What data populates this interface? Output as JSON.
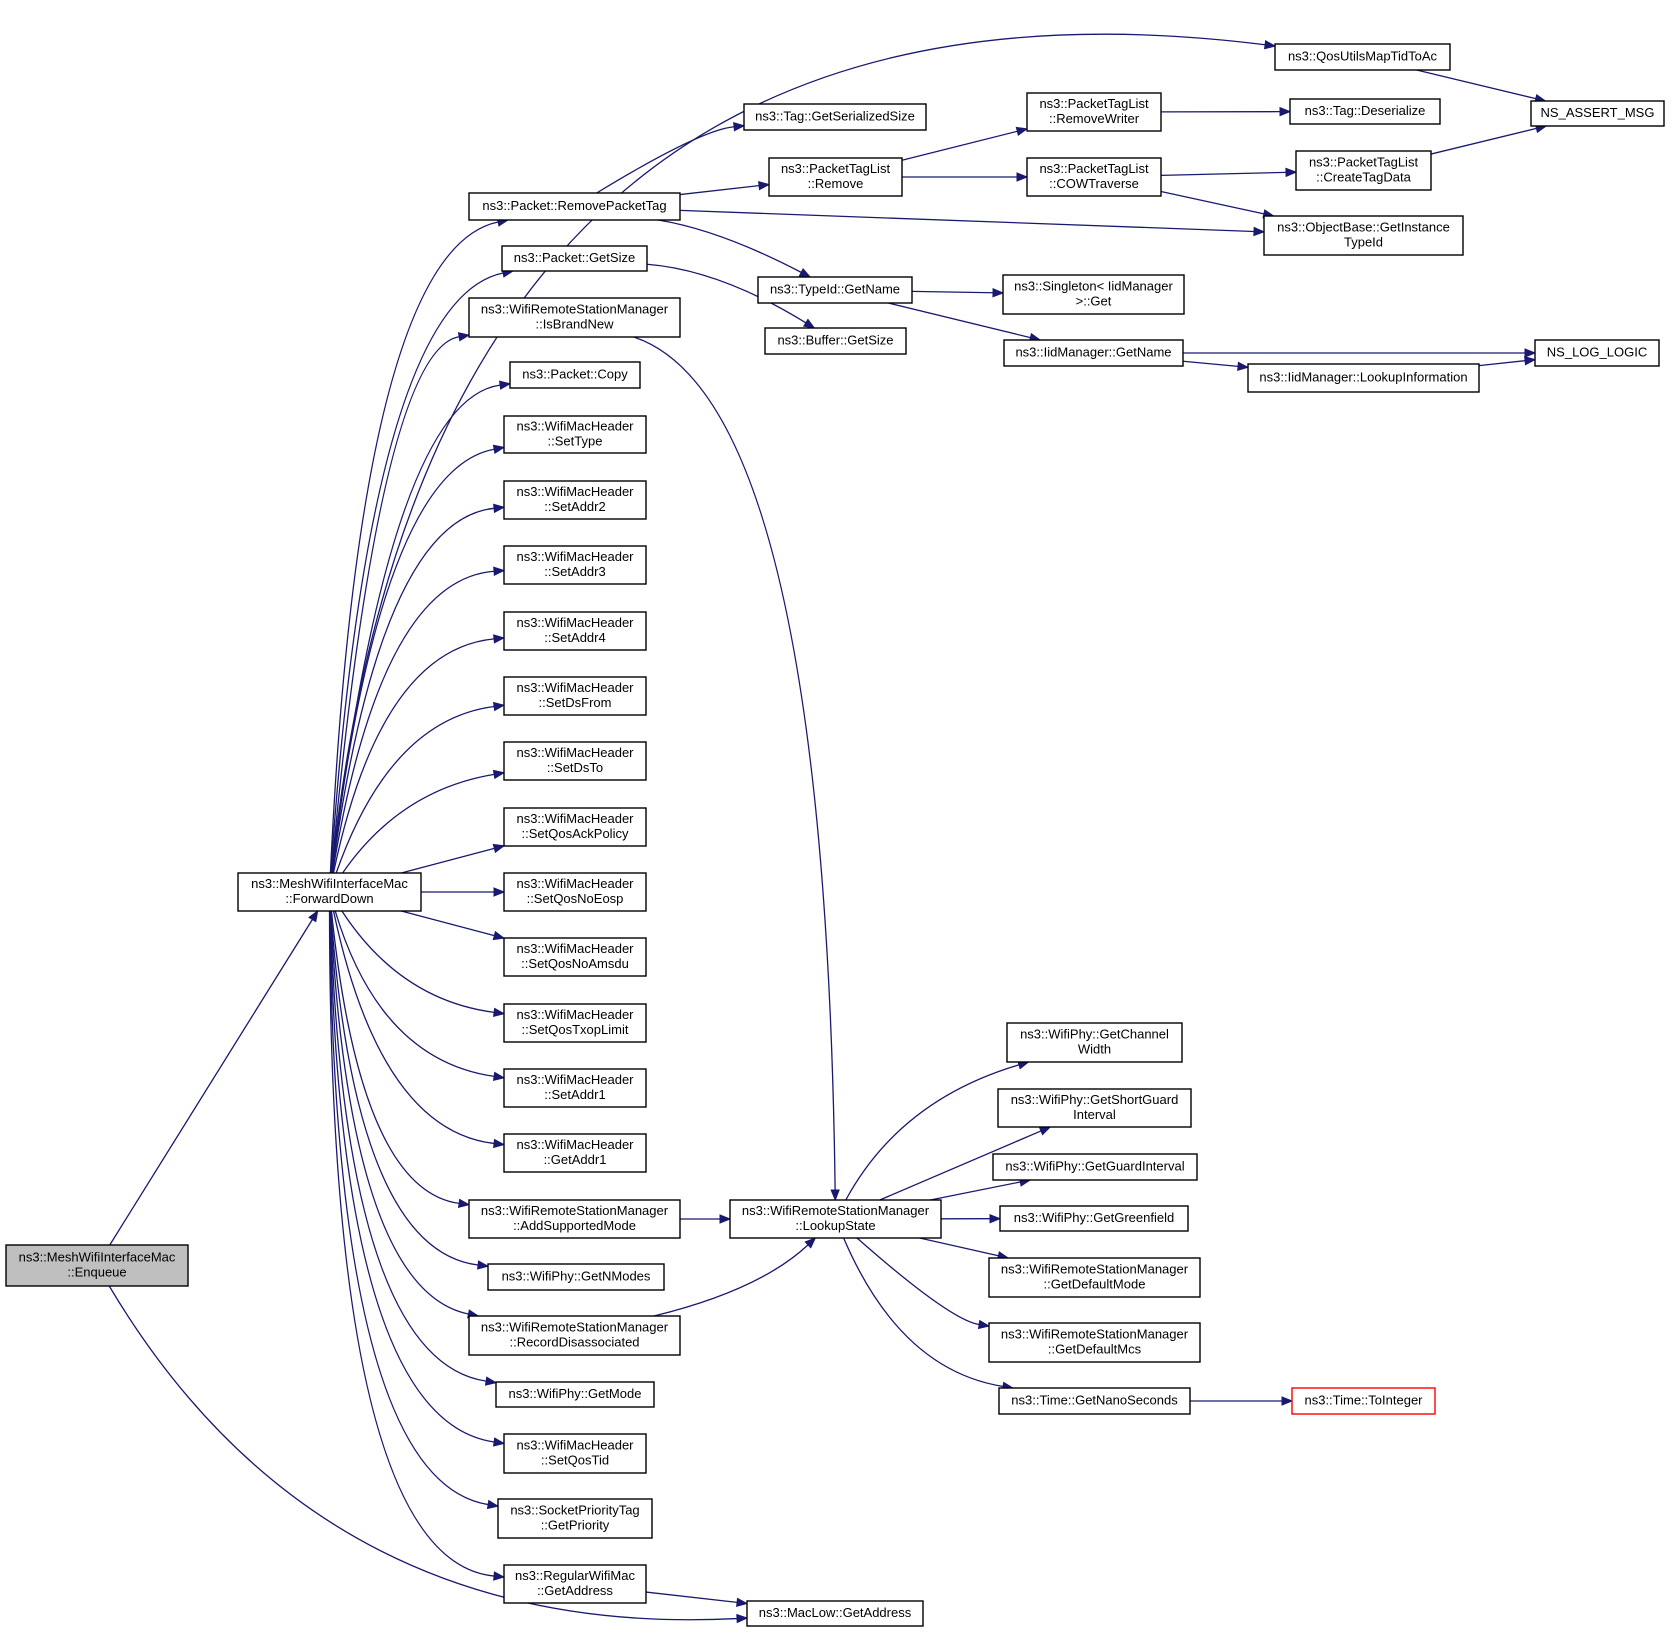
{
  "nodes": {
    "enqueue": {
      "lines": [
        "ns3::MeshWifiInterfaceMac",
        "::Enqueue"
      ],
      "highlight": true
    },
    "forwardDown": {
      "lines": [
        "ns3::MeshWifiInterfaceMac",
        "::ForwardDown"
      ]
    },
    "removePacketTag": {
      "lines": [
        "ns3::Packet::RemovePacketTag"
      ]
    },
    "packetGetSize": {
      "lines": [
        "ns3::Packet::GetSize"
      ]
    },
    "isBrandNew": {
      "lines": [
        "ns3::WifiRemoteStationManager",
        "::IsBrandNew"
      ]
    },
    "packetCopy": {
      "lines": [
        "ns3::Packet::Copy"
      ]
    },
    "setType": {
      "lines": [
        "ns3::WifiMacHeader",
        "::SetType"
      ]
    },
    "setAddr2": {
      "lines": [
        "ns3::WifiMacHeader",
        "::SetAddr2"
      ]
    },
    "setAddr3": {
      "lines": [
        "ns3::WifiMacHeader",
        "::SetAddr3"
      ]
    },
    "setAddr4": {
      "lines": [
        "ns3::WifiMacHeader",
        "::SetAddr4"
      ]
    },
    "setDsFrom": {
      "lines": [
        "ns3::WifiMacHeader",
        "::SetDsFrom"
      ]
    },
    "setDsTo": {
      "lines": [
        "ns3::WifiMacHeader",
        "::SetDsTo"
      ]
    },
    "setQosAckPolicy": {
      "lines": [
        "ns3::WifiMacHeader",
        "::SetQosAckPolicy"
      ]
    },
    "setQosNoEosp": {
      "lines": [
        "ns3::WifiMacHeader",
        "::SetQosNoEosp"
      ]
    },
    "setQosNoAmsdu": {
      "lines": [
        "ns3::WifiMacHeader",
        "::SetQosNoAmsdu"
      ]
    },
    "setQosTxopLimit": {
      "lines": [
        "ns3::WifiMacHeader",
        "::SetQosTxopLimit"
      ]
    },
    "setAddr1": {
      "lines": [
        "ns3::WifiMacHeader",
        "::SetAddr1"
      ]
    },
    "getAddr1": {
      "lines": [
        "ns3::WifiMacHeader",
        "::GetAddr1"
      ]
    },
    "addSupportedMode": {
      "lines": [
        "ns3::WifiRemoteStationManager",
        "::AddSupportedMode"
      ]
    },
    "getNModes": {
      "lines": [
        "ns3::WifiPhy::GetNModes"
      ]
    },
    "recordDisassociated": {
      "lines": [
        "ns3::WifiRemoteStationManager",
        "::RecordDisassociated"
      ]
    },
    "phyGetMode": {
      "lines": [
        "ns3::WifiPhy::GetMode"
      ]
    },
    "setQosTid": {
      "lines": [
        "ns3::WifiMacHeader",
        "::SetQosTid"
      ]
    },
    "getPriority": {
      "lines": [
        "ns3::SocketPriorityTag",
        "::GetPriority"
      ]
    },
    "regularGetAddress": {
      "lines": [
        "ns3::RegularWifiMac",
        "::GetAddress"
      ]
    },
    "macLowGetAddress": {
      "lines": [
        "ns3::MacLow::GetAddress"
      ]
    },
    "qosUtilsMapTidToAc": {
      "lines": [
        "ns3::QosUtilsMapTidToAc"
      ]
    },
    "nsAssertMsg": {
      "lines": [
        "NS_ASSERT_MSG"
      ]
    },
    "tagGetSerializedSize": {
      "lines": [
        "ns3::Tag::GetSerializedSize"
      ]
    },
    "packetTagListRemove": {
      "lines": [
        "ns3::PacketTagList",
        "::Remove"
      ]
    },
    "typeIdGetName": {
      "lines": [
        "ns3::TypeId::GetName"
      ]
    },
    "bufferGetSize": {
      "lines": [
        "ns3::Buffer::GetSize"
      ]
    },
    "removeWriter": {
      "lines": [
        "ns3::PacketTagList",
        "::RemoveWriter"
      ]
    },
    "cowTraverse": {
      "lines": [
        "ns3::PacketTagList",
        "::COWTraverse"
      ]
    },
    "singletonGet": {
      "lines": [
        "ns3::Singleton< IidManager",
        ">::Get"
      ]
    },
    "iidGetName": {
      "lines": [
        "ns3::IidManager::GetName"
      ]
    },
    "tagDeserialize": {
      "lines": [
        "ns3::Tag::Deserialize"
      ]
    },
    "createTagData": {
      "lines": [
        "ns3::PacketTagList",
        "::CreateTagData"
      ]
    },
    "getInstanceTypeId": {
      "lines": [
        "ns3::ObjectBase::GetInstance",
        "TypeId"
      ]
    },
    "lookupInformation": {
      "lines": [
        "ns3::IidManager::LookupInformation"
      ]
    },
    "nsLogLogic": {
      "lines": [
        "NS_LOG_LOGIC"
      ]
    },
    "lookupState": {
      "lines": [
        "ns3::WifiRemoteStationManager",
        "::LookupState"
      ]
    },
    "getChannelWidth": {
      "lines": [
        "ns3::WifiPhy::GetChannel",
        "Width"
      ]
    },
    "getShortGuardInterval": {
      "lines": [
        "ns3::WifiPhy::GetShortGuard",
        "Interval"
      ]
    },
    "getGuardInterval": {
      "lines": [
        "ns3::WifiPhy::GetGuardInterval"
      ]
    },
    "getGreenfield": {
      "lines": [
        "ns3::WifiPhy::GetGreenfield"
      ]
    },
    "getDefaultMode": {
      "lines": [
        "ns3::WifiRemoteStationManager",
        "::GetDefaultMode"
      ]
    },
    "getDefaultMcs": {
      "lines": [
        "ns3::WifiRemoteStationManager",
        "::GetDefaultMcs"
      ]
    },
    "getNanoSeconds": {
      "lines": [
        "ns3::Time::GetNanoSeconds"
      ]
    },
    "toInteger": {
      "lines": [
        "ns3::Time::ToInteger"
      ],
      "truncated": true
    }
  },
  "edges": [
    [
      "enqueue",
      "forwardDown"
    ],
    [
      "enqueue",
      "macLowGetAddress"
    ],
    [
      "forwardDown",
      "qosUtilsMapTidToAc"
    ],
    [
      "forwardDown",
      "removePacketTag"
    ],
    [
      "forwardDown",
      "packetGetSize"
    ],
    [
      "forwardDown",
      "isBrandNew"
    ],
    [
      "forwardDown",
      "packetCopy"
    ],
    [
      "forwardDown",
      "setType"
    ],
    [
      "forwardDown",
      "setAddr2"
    ],
    [
      "forwardDown",
      "setAddr3"
    ],
    [
      "forwardDown",
      "setAddr4"
    ],
    [
      "forwardDown",
      "setDsFrom"
    ],
    [
      "forwardDown",
      "setDsTo"
    ],
    [
      "forwardDown",
      "setQosAckPolicy"
    ],
    [
      "forwardDown",
      "setQosNoEosp"
    ],
    [
      "forwardDown",
      "setQosNoAmsdu"
    ],
    [
      "forwardDown",
      "setQosTxopLimit"
    ],
    [
      "forwardDown",
      "setAddr1"
    ],
    [
      "forwardDown",
      "getAddr1"
    ],
    [
      "forwardDown",
      "addSupportedMode"
    ],
    [
      "forwardDown",
      "getNModes"
    ],
    [
      "forwardDown",
      "recordDisassociated"
    ],
    [
      "forwardDown",
      "phyGetMode"
    ],
    [
      "forwardDown",
      "setQosTid"
    ],
    [
      "forwardDown",
      "getPriority"
    ],
    [
      "forwardDown",
      "regularGetAddress"
    ],
    [
      "qosUtilsMapTidToAc",
      "nsAssertMsg"
    ],
    [
      "removePacketTag",
      "tagGetSerializedSize"
    ],
    [
      "removePacketTag",
      "packetTagListRemove"
    ],
    [
      "removePacketTag",
      "getInstanceTypeId"
    ],
    [
      "removePacketTag",
      "typeIdGetName"
    ],
    [
      "packetGetSize",
      "bufferGetSize"
    ],
    [
      "isBrandNew",
      "lookupState"
    ],
    [
      "packetTagListRemove",
      "removeWriter"
    ],
    [
      "packetTagListRemove",
      "cowTraverse"
    ],
    [
      "removeWriter",
      "tagDeserialize"
    ],
    [
      "cowTraverse",
      "createTagData"
    ],
    [
      "cowTraverse",
      "getInstanceTypeId"
    ],
    [
      "createTagData",
      "nsAssertMsg"
    ],
    [
      "typeIdGetName",
      "singletonGet"
    ],
    [
      "typeIdGetName",
      "iidGetName"
    ],
    [
      "iidGetName",
      "nsLogLogic"
    ],
    [
      "iidGetName",
      "lookupInformation"
    ],
    [
      "lookupInformation",
      "nsLogLogic"
    ],
    [
      "addSupportedMode",
      "lookupState"
    ],
    [
      "recordDisassociated",
      "lookupState"
    ],
    [
      "regularGetAddress",
      "macLowGetAddress"
    ],
    [
      "lookupState",
      "getChannelWidth"
    ],
    [
      "lookupState",
      "getShortGuardInterval"
    ],
    [
      "lookupState",
      "getGuardInterval"
    ],
    [
      "lookupState",
      "getGreenfield"
    ],
    [
      "lookupState",
      "getDefaultMode"
    ],
    [
      "lookupState",
      "getDefaultMcs"
    ],
    [
      "lookupState",
      "getNanoSeconds"
    ],
    [
      "getNanoSeconds",
      "toInteger"
    ]
  ]
}
